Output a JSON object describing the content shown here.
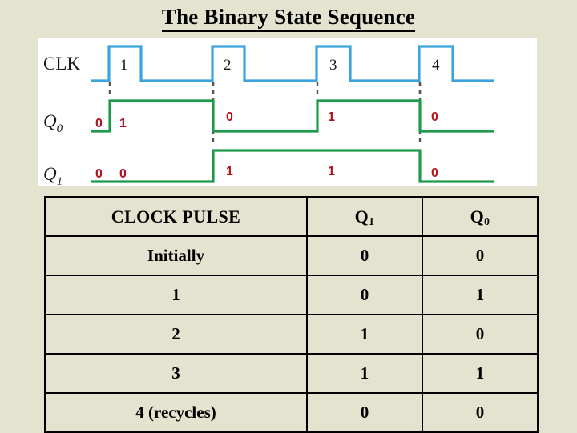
{
  "slide": {
    "title": "The Binary State Sequence",
    "background_color": "#e4e3cf"
  },
  "timing_diagram": {
    "panel_background": "#ffffff",
    "clk_color": "#3ba3dd",
    "q_color": "#1f9a4d",
    "digit_color": "#b01020",
    "edge_marker_color": "#555555",
    "row_labels": {
      "clk": "CLK",
      "q0_base": "Q",
      "q0_sub": "0",
      "q1_base": "Q",
      "q1_sub": "1"
    },
    "clock_pulse_numbers": [
      "1",
      "2",
      "3",
      "4"
    ],
    "q0_value_labels": [
      "0",
      "1",
      "0",
      "1",
      "0"
    ],
    "q1_value_labels": [
      "0",
      "0",
      "1",
      "1",
      "0"
    ]
  },
  "table": {
    "headers": {
      "pulse": "CLOCK PULSE",
      "q1_base": "Q",
      "q1_sub": "1",
      "q0_base": "Q",
      "q0_sub": "0"
    },
    "rows": [
      {
        "pulse": "Initially",
        "q1": "0",
        "q0": "0"
      },
      {
        "pulse": "1",
        "q1": "0",
        "q0": "1"
      },
      {
        "pulse": "2",
        "q1": "1",
        "q0": "0"
      },
      {
        "pulse": "3",
        "q1": "1",
        "q0": "1"
      },
      {
        "pulse": "4 (recycles)",
        "q1": "0",
        "q0": "0"
      }
    ]
  }
}
